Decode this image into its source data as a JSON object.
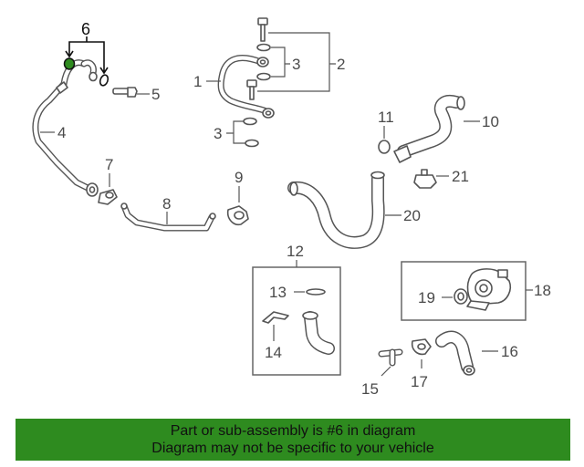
{
  "callouts": {
    "n1": "1",
    "n2": "2",
    "n3a": "3",
    "n3b": "3",
    "n4": "4",
    "n5": "5",
    "n6": "6",
    "n7": "7",
    "n8": "8",
    "n9": "9",
    "n10": "10",
    "n11": "11",
    "n12": "12",
    "n13": "13",
    "n14": "14",
    "n15": "15",
    "n16": "16",
    "n17": "17",
    "n18": "18",
    "n19": "19",
    "n20": "20",
    "n21": "21"
  },
  "highlighted_part": "6",
  "colors": {
    "highlight": "#2e8b1f",
    "banner": "#2e8b1f",
    "line": "#555555"
  },
  "banner": {
    "line1": "Part or sub-assembly is #6 in diagram",
    "line2": "Diagram may not be specific to your vehicle"
  }
}
